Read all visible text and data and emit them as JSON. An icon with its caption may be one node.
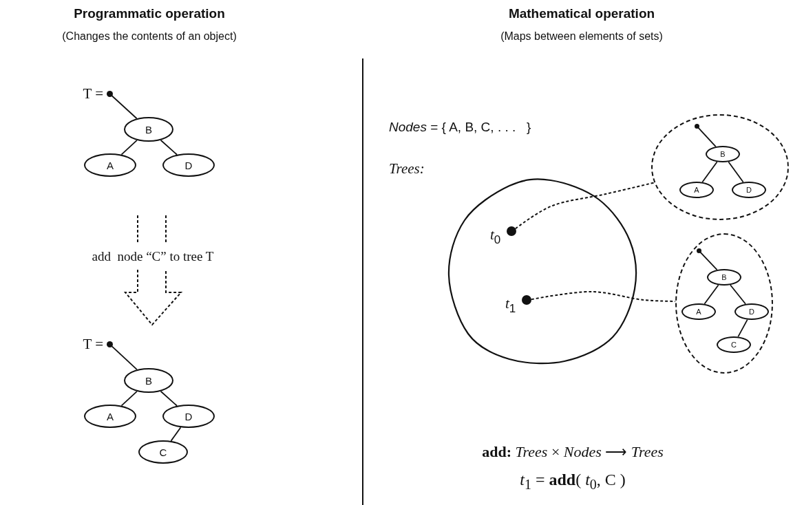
{
  "diagram": {
    "nodes": [
      {
        "text": [],
        "shape": "circle",
        "beside": [
          "T ="
        ]
      },
      {
        "text": [
          "B"
        ]
      },
      {
        "text": [
          "A"
        ]
      },
      {
        "text": [
          "D"
        ]
      },
      {
        "text": [],
        "shape": "circle",
        "beside": [
          "T ="
        ]
      },
      {
        "text": [
          "B"
        ]
      },
      {
        "text": [
          "A"
        ]
      },
      {
        "text": [
          "D"
        ]
      },
      {
        "text": [
          "C"
        ]
      },
      {
        "text": [],
        "shape": "circle"
      },
      {
        "text": [],
        "shape": "circle",
        "in": 9,
        "beside": [
          "*t*$_{0}$"
        ]
      },
      {
        "text": [],
        "shape": "circle",
        "in": 9,
        "beside": [
          "*t*$_{1}$"
        ]
      },
      {
        "text": [],
        "shape": "ellipse"
      },
      {
        "text": [],
        "shape": "circle",
        "in": 12
      },
      {
        "text": [
          "B"
        ],
        "in": 12
      },
      {
        "text": [
          "A"
        ],
        "in": 12
      },
      {
        "text": [
          "D"
        ],
        "in": 12
      },
      {
        "text": [],
        "shape": "ellipse"
      },
      {
        "text": [],
        "shape": "circle",
        "in": 17
      },
      {
        "text": [
          "B"
        ],
        "in": 17
      },
      {
        "text": [
          "A"
        ],
        "in": 17
      },
      {
        "text": [
          "D"
        ],
        "in": 17
      },
      {
        "text": [
          "C"
        ],
        "in": 17
      }
    ],
    "edges": [
      {
        "from": 0,
        "to": 1,
        "arrow": "none"
      },
      {
        "from": 1,
        "to": 2,
        "arrow": "none"
      },
      {
        "from": 1,
        "to": 3,
        "arrow": "none"
      },
      {
        "from": 4,
        "to": 5,
        "arrow": "none"
      },
      {
        "from": 5,
        "to": 6,
        "arrow": "none"
      },
      {
        "from": 5,
        "to": 7,
        "arrow": "none"
      },
      {
        "from": 7,
        "to": 8,
        "arrow": "none"
      },
      {
        "from": 10,
        "to": 12,
        "arrow": "none",
        "style": "dashed"
      },
      {
        "from": 11,
        "to": 17,
        "arrow": "none",
        "style": "dashed"
      },
      {
        "from": 13,
        "to": 14,
        "arrow": "none"
      },
      {
        "from": 14,
        "to": 15,
        "arrow": "none"
      },
      {
        "from": 14,
        "to": 16,
        "arrow": "none"
      },
      {
        "from": 18,
        "to": 19,
        "arrow": "none"
      },
      {
        "from": 19,
        "to": 20,
        "arrow": "none"
      },
      {
        "from": 19,
        "to": 21,
        "arrow": "none"
      },
      {
        "from": 21,
        "to": 22,
        "arrow": "none"
      }
    ],
    "labels": [
      "Programmatic operation",
      "(Changes the contents of an object)",
      "Mathematical operation",
      "(Maps between elements of sets)",
      "add  node “C” to tree T",
      "*Nodes* = { A, B, C, . . .   }",
      "Trees:",
      "**add:** *Trees* × *Nodes* ⟶ *Trees*",
      "*t*$_{1}$ = **add**( *t*$_{0}$, C )"
    ]
  }
}
